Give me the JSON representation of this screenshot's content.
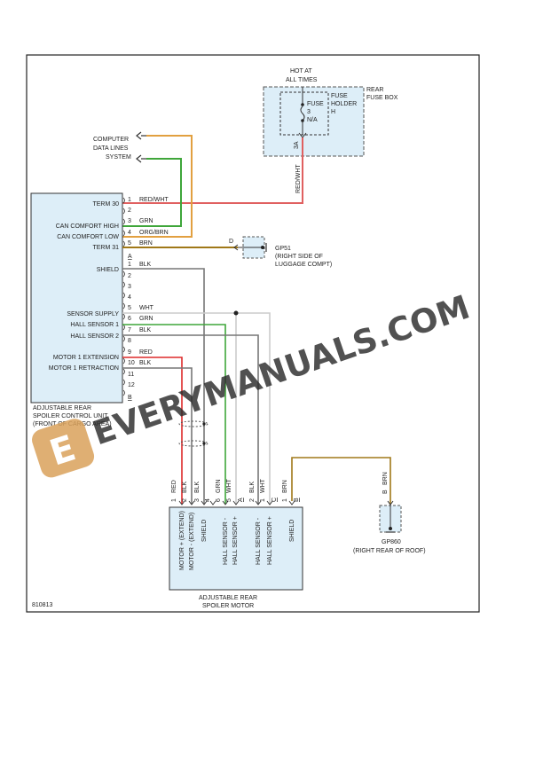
{
  "diagram_number": "810813",
  "power": {
    "hot_label_1": "HOT AT",
    "hot_label_2": "ALL TIMES",
    "fuse_box_1": "REAR",
    "fuse_box_2": "FUSE BOX",
    "fuse_1": "FUSE",
    "fuse_2": "3",
    "fuse_3": "N/A",
    "holder_1": "FUSE",
    "holder_2": "HOLDER",
    "holder_3": "H",
    "rating": "3A",
    "wire": "RED/WHT"
  },
  "can_system": {
    "line_1": "COMPUTER",
    "line_2": "DATA LINES",
    "line_3": "SYSTEM"
  },
  "control_unit": {
    "name_1": "ADJUSTABLE REAR",
    "name_2": "SPOILER CONTROL UNIT",
    "name_3": "(FRONT OF CARGO AREA)",
    "connector_a": "A",
    "connector_b": "B",
    "pins_a": [
      {
        "num": "1",
        "label": "TERM 30",
        "wire": "RED/WHT"
      },
      {
        "num": "2",
        "label": "",
        "wire": ""
      },
      {
        "num": "3",
        "label": "CAN COMFORT HIGH",
        "wire": "GRN"
      },
      {
        "num": "4",
        "label": "CAN COMFORT LOW",
        "wire": "ORG/BRN"
      },
      {
        "num": "5",
        "label": "TERM 31",
        "wire": "BRN"
      }
    ],
    "pins_b": [
      {
        "num": "1",
        "label": "SHIELD",
        "wire": "BLK"
      },
      {
        "num": "2",
        "label": "",
        "wire": ""
      },
      {
        "num": "3",
        "label": "",
        "wire": ""
      },
      {
        "num": "4",
        "label": "",
        "wire": ""
      },
      {
        "num": "5",
        "label": "SENSOR SUPPLY",
        "wire": "WHT"
      },
      {
        "num": "6",
        "label": "HALL SENSOR 1",
        "wire": "GRN"
      },
      {
        "num": "7",
        "label": "HALL SENSOR 2",
        "wire": "BLK"
      },
      {
        "num": "8",
        "label": "",
        "wire": ""
      },
      {
        "num": "9",
        "label": "MOTOR 1 EXTENSION",
        "wire": "RED"
      },
      {
        "num": "10",
        "label": "MOTOR 1 RETRACTION",
        "wire": "BLK"
      },
      {
        "num": "11",
        "label": "",
        "wire": ""
      },
      {
        "num": "12",
        "label": "",
        "wire": ""
      }
    ]
  },
  "ground_gp51": {
    "pin": "D",
    "name": "GP51",
    "desc_1": "(RIGHT SIDE OF",
    "desc_2": "LUGGAGE COMPT)"
  },
  "ground_gp860": {
    "pin": "B",
    "wire": "BRN",
    "name": "GP860",
    "desc": "(RIGHT REAR OF ROOF)"
  },
  "motor": {
    "name_1": "ADJUSTABLE REAR",
    "name_2": "SPOILER MOTOR",
    "conn_a": "A",
    "conn_b": "B",
    "conn_c": "C",
    "pins": [
      {
        "num": "1",
        "wire": "RED",
        "label": "MOTOR + (EXTEND)"
      },
      {
        "num": "2",
        "wire": "BLK",
        "label": "MOTOR - (EXTEND)"
      },
      {
        "num": "3",
        "wire": "BLK",
        "label": "SHIELD"
      },
      {
        "num": "4",
        "wire": "",
        "label": ""
      },
      {
        "num": "6",
        "wire": "GRN",
        "label": "HALL SENSOR -"
      },
      {
        "num": "5",
        "wire": "WHT",
        "label": "HALL SENSOR +"
      },
      {
        "num": "2",
        "wire": "BLK",
        "label": "HALL SENSOR -"
      },
      {
        "num": "1",
        "wire": "WHT",
        "label": "HALL SENSOR +"
      },
      {
        "num": "1",
        "wire": "BRN",
        "label": "SHIELD"
      }
    ]
  },
  "watermark": {
    "text": "EVERYMANUALS.COM",
    "logo_letter": "E"
  },
  "colors": {
    "red_wht": "#e06060",
    "grn": "#3fa63a",
    "org_brn": "#e2a040",
    "brn": "#a07818",
    "blk": "#777777",
    "wht": "#cccccc",
    "red": "#dd2a2a",
    "box_fill": "#ddeef8"
  }
}
